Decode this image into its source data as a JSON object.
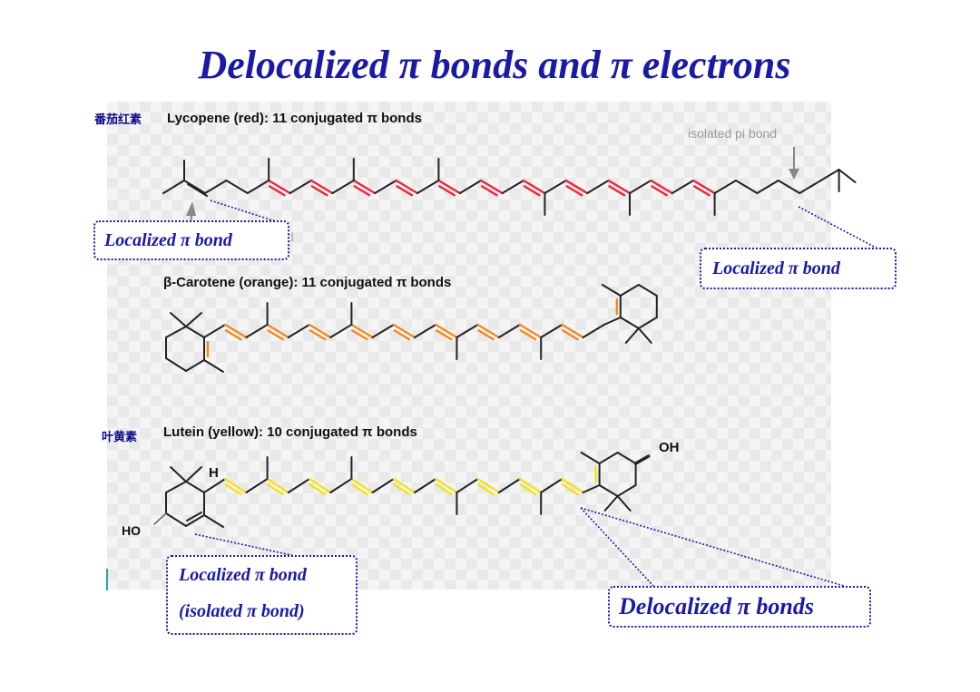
{
  "title": "Delocalized π bonds and π electrons",
  "molecules": {
    "lycopene": {
      "label": "Lycopene (red): 11 conjugated π bonds",
      "cn": "番茄红素",
      "color": "#e8283c"
    },
    "carotene": {
      "label": "β-Carotene (orange): 11 conjugated  π bonds",
      "color": "#f08a1e"
    },
    "lutein": {
      "label": "Lutein (yellow): 10 conjugated π bonds",
      "cn": "叶黄素",
      "color": "#f2e21a",
      "atoms": {
        "oh": "OH",
        "ho": "HO",
        "h": "H"
      }
    }
  },
  "annotations": {
    "isolated": "isolated pi bond",
    "clipped": "d",
    "localized_left": "Localized π bond",
    "localized_right": "Localized π bond",
    "localized_bottom_line1": "Localized π bond",
    "localized_bottom_line2": "(isolated π bond)",
    "delocalized": "Delocalized π bonds"
  },
  "colors": {
    "title": "#1a1aa6",
    "callout": "#1a1aa6",
    "bond": "#222222"
  }
}
